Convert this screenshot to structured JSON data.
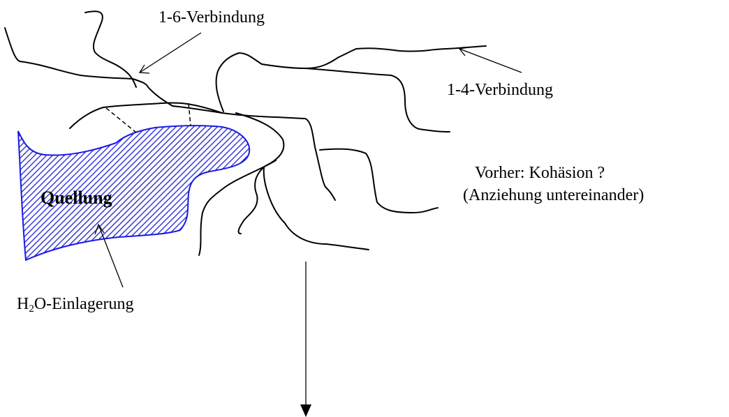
{
  "labels": {
    "bond_16": "1-6-Verbindung",
    "bond_14": "1-4-Verbindung",
    "swelling": "Quellung",
    "water_h": "H",
    "water_sub": "2",
    "water_rest": "O-Einlagerung",
    "before_line1": "Vorher: Kohäsion ?",
    "before_line2": "(Anziehung untereinander)"
  },
  "colors": {
    "chain": "#000000",
    "region_outline": "#1a1ae6",
    "hatch": "#3b3bd9"
  },
  "icons": {
    "down_arrow": "arrow-down-icon"
  }
}
